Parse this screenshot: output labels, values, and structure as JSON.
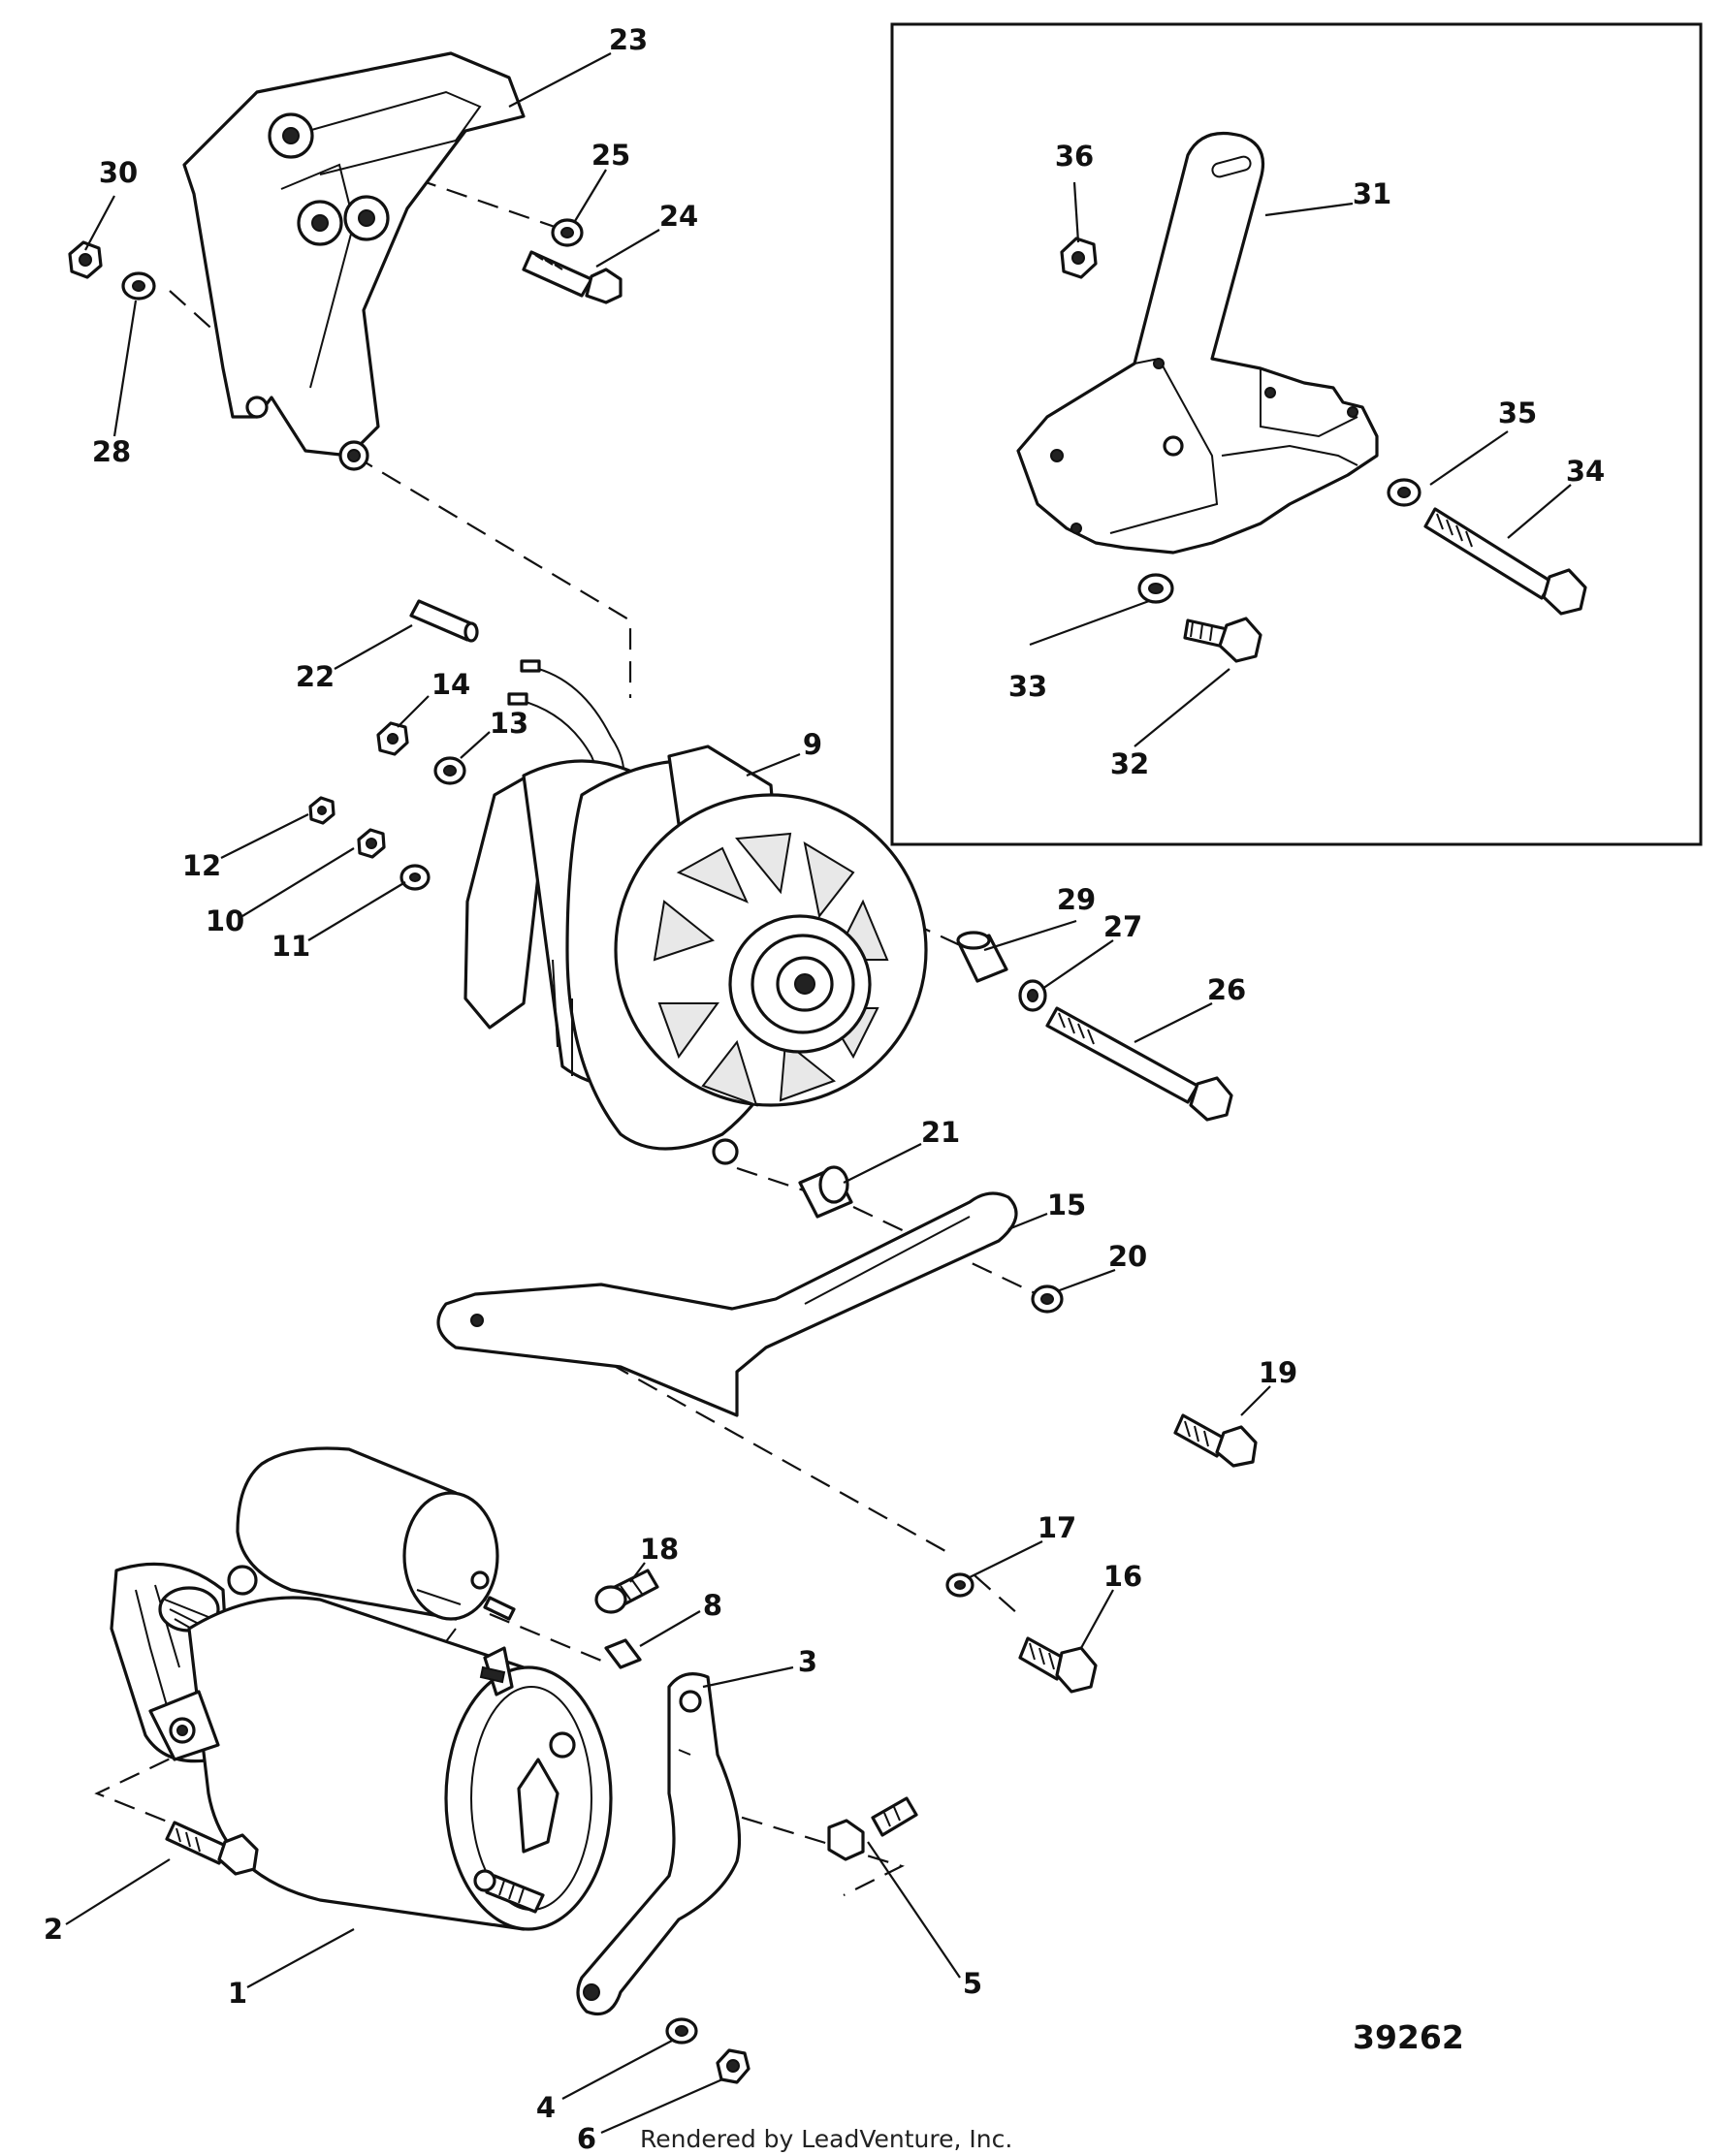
{
  "diagram": {
    "number": "39262",
    "credit": "Rendered by LeadVenture, Inc.",
    "callouts": [
      "1",
      "2",
      "3",
      "4",
      "5",
      "6",
      "8",
      "9",
      "10",
      "11",
      "12",
      "13",
      "14",
      "15",
      "16",
      "17",
      "18",
      "19",
      "20",
      "21",
      "22",
      "23",
      "24",
      "25",
      "26",
      "27",
      "28",
      "29",
      "30",
      "31",
      "32",
      "33",
      "34",
      "35",
      "36"
    ]
  }
}
